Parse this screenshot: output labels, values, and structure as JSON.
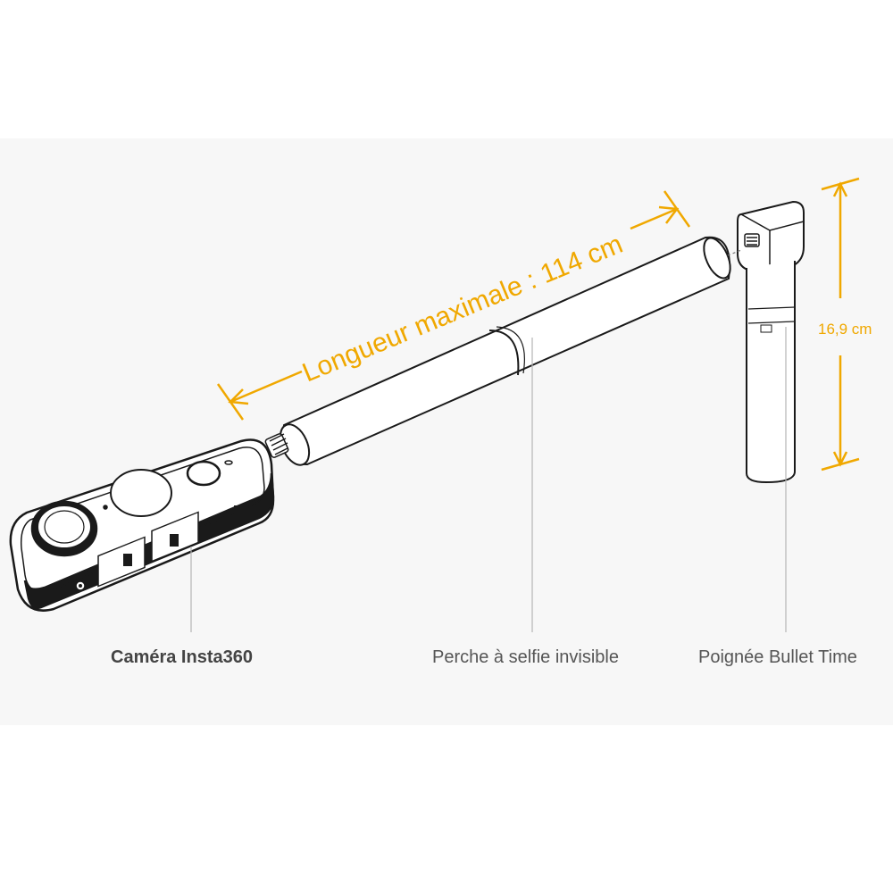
{
  "dimensions": {
    "length_label": "Longueur maximale : 114 cm",
    "height_label": "16,9 cm"
  },
  "captions": {
    "camera": "Caméra Insta360",
    "stick": "Perche à selfie invisible",
    "handle": "Poignée Bullet Time"
  },
  "colors": {
    "accent": "#f0a800",
    "line": "#1a1a1a",
    "background_panel": "#f7f7f7",
    "caption_text": "#555555"
  }
}
